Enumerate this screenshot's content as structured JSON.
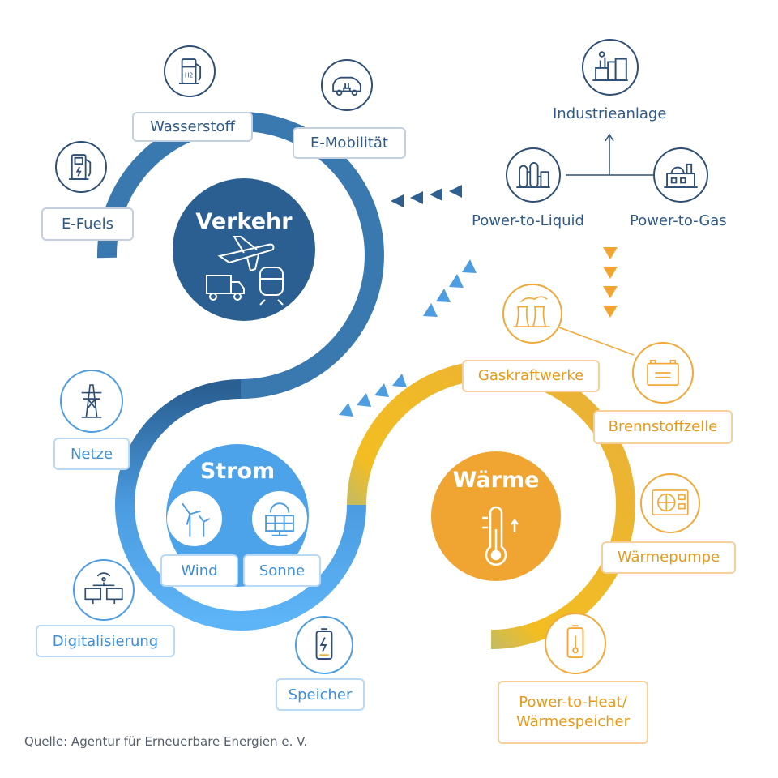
{
  "hubs": {
    "verkehr": "Verkehr",
    "strom": "Strom",
    "waerme": "Wärme"
  },
  "verkehr": {
    "labels": {
      "efuels": "E-Fuels",
      "wasserstoff": "Wasserstoff",
      "emobilitaet": "E-Mobilität"
    }
  },
  "strom": {
    "labels": {
      "netze": "Netze",
      "digitalisierung": "Digitalisierung",
      "speicher": "Speicher",
      "wind": "Wind",
      "sonne": "Sonne"
    }
  },
  "waerme": {
    "labels": {
      "gaskraftwerke": "Gaskraftwerke",
      "brennstoffzelle": "Brennstoffzelle",
      "waermepumpe": "Wärmepumpe",
      "powertoheat_line1": "Power-to-Heat/",
      "powertoheat_line2": "Wärmespeicher"
    }
  },
  "sektorkopplung": {
    "industrieanlage": "Industrieanlage",
    "power_to_liquid": "Power-to-Liquid",
    "power_to_gas": "Power-to-Gas"
  },
  "icons": [
    "hydrogen-pump-icon",
    "e-car-icon",
    "fuel-pump-icon",
    "factory-icon",
    "refinery-icon",
    "gas-plant-icon",
    "airplane-icon",
    "truck-icon",
    "train-icon",
    "power-pylon-icon",
    "wind-turbine-icon",
    "solar-panel-icon",
    "network-icon",
    "battery-icon",
    "cooling-tower-icon",
    "fuel-cell-icon",
    "heat-pump-icon",
    "heat-storage-icon",
    "thermometer-icon"
  ],
  "colors": {
    "verkehr": "#2f5f8f",
    "strom": "#5aaff0",
    "waerme": "#f2a532",
    "text_dark": "#2f5a87"
  },
  "source": "Quelle: Agentur für Erneuerbare Energien e. V."
}
